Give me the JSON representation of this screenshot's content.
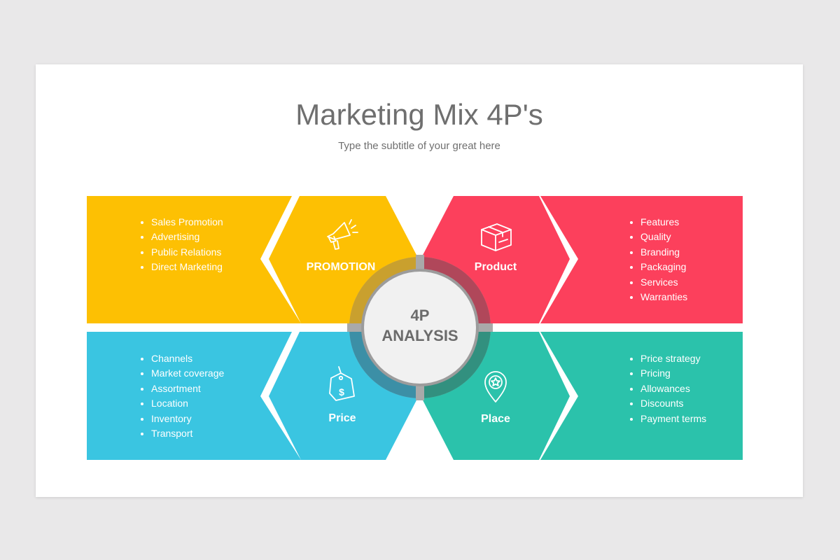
{
  "title": "Marketing Mix 4P's",
  "subtitle": "Type the subtitle of your great here",
  "center": {
    "line1": "4P",
    "line2": "ANALYSIS"
  },
  "colors": {
    "promotion": "#fdc003",
    "product": "#fc405c",
    "price": "#3ac5e1",
    "place": "#2bc2ab"
  },
  "quadrants": [
    {
      "key": "promotion",
      "label": "PROMOTION",
      "icon": "megaphone-icon",
      "items": [
        "Sales Promotion",
        "Advertising",
        "Public Relations",
        "Direct Marketing"
      ]
    },
    {
      "key": "product",
      "label": "Product",
      "icon": "box-icon",
      "items": [
        "Features",
        "Quality",
        "Branding",
        "Packaging",
        "Services",
        "Warranties"
      ]
    },
    {
      "key": "price",
      "label": "Price",
      "icon": "price-tag-icon",
      "items": [
        "Channels",
        "Market coverage",
        "Assortment",
        "Location",
        "Inventory",
        "Transport"
      ]
    },
    {
      "key": "place",
      "label": "Place",
      "icon": "location-pin-icon",
      "items": [
        "Price strategy",
        "Pricing",
        "Allowances",
        "Discounts",
        "Payment terms"
      ]
    }
  ]
}
